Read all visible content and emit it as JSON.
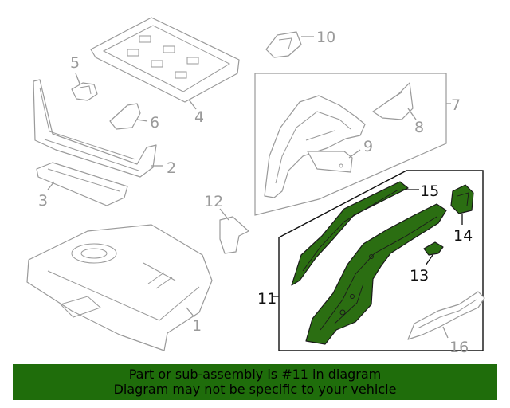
{
  "callouts": {
    "c1": "1",
    "c2": "2",
    "c3": "3",
    "c4": "4",
    "c5": "5",
    "c6": "6",
    "c7": "7",
    "c8": "8",
    "c9": "9",
    "c10": "10",
    "c11": "11",
    "c12": "12",
    "c13": "13",
    "c14": "14",
    "c15": "15",
    "c16": "16"
  },
  "banner": {
    "line1": "Part or sub-assembly is #11 in diagram",
    "line2": "Diagram may not be specific to your vehicle",
    "color": "#1f6d0b"
  },
  "highlight_color": "#2b6e12"
}
